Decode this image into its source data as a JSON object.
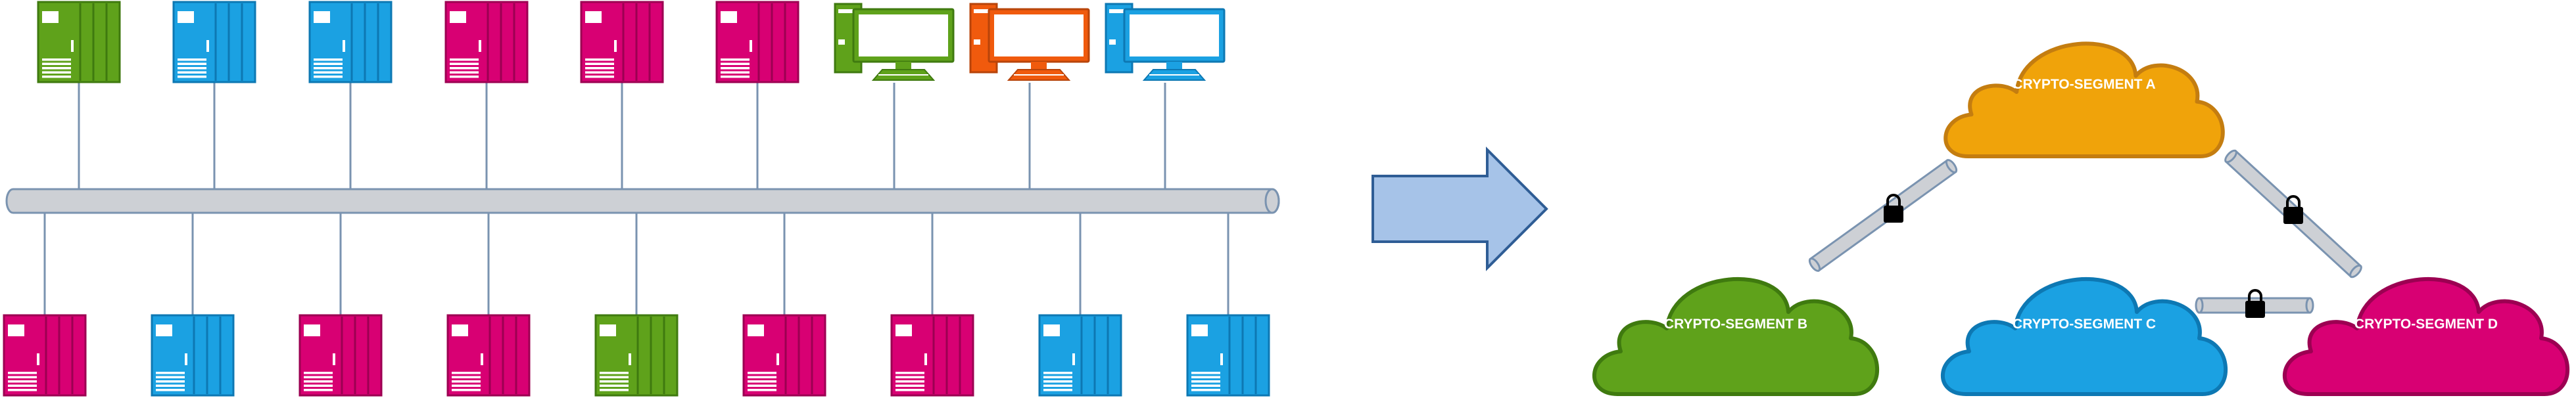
{
  "colors": {
    "green": "#5fa21b",
    "green_dark": "#3f7a0f",
    "blue": "#1ba1e2",
    "blue_dark": "#0d78b3",
    "magenta": "#d80073",
    "magenta_dark": "#9c0052",
    "orange": "#f0a30a",
    "orange_dark": "#c47d10",
    "pc_orange": "#f05a0d",
    "bus_fill": "#cdd0d5",
    "bus_stroke": "#7a93b0",
    "line": "#7a93b0",
    "arrow_fill": "#a6c3e8",
    "arrow_stroke": "#2f5d95"
  },
  "left_network": {
    "top_devices": [
      {
        "type": "server",
        "color": "green",
        "icon": "server-icon"
      },
      {
        "type": "server",
        "color": "blue",
        "icon": "server-icon"
      },
      {
        "type": "server",
        "color": "blue",
        "icon": "server-icon"
      },
      {
        "type": "server",
        "color": "magenta",
        "icon": "server-icon"
      },
      {
        "type": "server",
        "color": "magenta",
        "icon": "server-icon"
      },
      {
        "type": "server",
        "color": "magenta",
        "icon": "server-icon"
      },
      {
        "type": "workstation",
        "color": "green",
        "icon": "workstation-icon"
      },
      {
        "type": "workstation",
        "color": "pc_orange",
        "icon": "workstation-icon"
      },
      {
        "type": "workstation",
        "color": "blue",
        "icon": "workstation-icon"
      }
    ],
    "bottom_devices": [
      {
        "type": "server",
        "color": "magenta",
        "icon": "server-icon"
      },
      {
        "type": "server",
        "color": "blue",
        "icon": "server-icon"
      },
      {
        "type": "server",
        "color": "magenta",
        "icon": "server-icon"
      },
      {
        "type": "server",
        "color": "magenta",
        "icon": "server-icon"
      },
      {
        "type": "server",
        "color": "green",
        "icon": "server-icon"
      },
      {
        "type": "server",
        "color": "magenta",
        "icon": "server-icon"
      },
      {
        "type": "server",
        "color": "magenta",
        "icon": "server-icon"
      },
      {
        "type": "server",
        "color": "blue",
        "icon": "server-icon"
      },
      {
        "type": "server",
        "color": "blue",
        "icon": "server-icon"
      }
    ]
  },
  "segments": {
    "a": {
      "label": "CRYPTO-SEGMENT A",
      "color": "orange"
    },
    "b": {
      "label": "CRYPTO-SEGMENT B",
      "color": "green"
    },
    "c": {
      "label": "CRYPTO-SEGMENT C",
      "color": "blue"
    },
    "d": {
      "label": "CRYPTO-SEGMENT D",
      "color": "magenta"
    }
  },
  "tunnels": [
    {
      "from": "a",
      "to": "b",
      "icon": "lock-icon"
    },
    {
      "from": "a",
      "to": "d",
      "icon": "lock-icon"
    },
    {
      "from": "c",
      "to": "d",
      "icon": "lock-icon"
    }
  ]
}
